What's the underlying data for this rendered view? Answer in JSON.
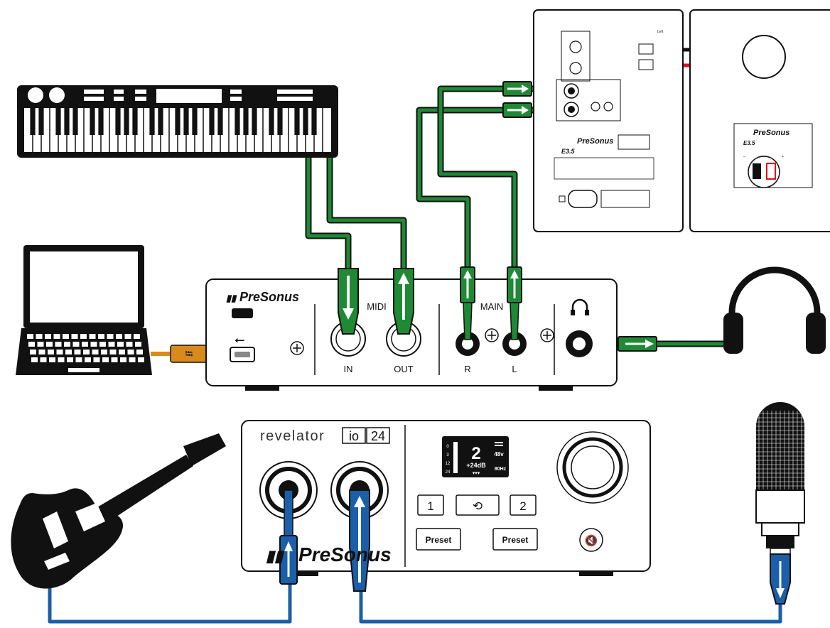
{
  "colors": {
    "midi_audio_cable": "#1e8a34",
    "usb_cable": "#d98a1c",
    "input_cable": "#1a5fa8",
    "speaker_wire_positive": "#e0111a",
    "speaker_wire_negative": "#111111",
    "outline": "#111111"
  },
  "interface": {
    "brand": "PreSonus",
    "midi_label": "MIDI",
    "main_label": "MAIN",
    "midi_in_label": "IN",
    "midi_out_label": "OUT",
    "main_r_label": "R",
    "main_l_label": "L"
  },
  "revelator": {
    "model_word": "revelator",
    "model_code_1": "io",
    "model_code_2": "24",
    "brand": "PreSonus",
    "display": {
      "channel": "2",
      "gain": "+24dB",
      "phantom": "48v",
      "hpf": "80Hz",
      "meter_marks": [
        "0",
        "3",
        "12",
        "24"
      ]
    },
    "button_1": "1",
    "button_2": "2",
    "preset_left": "Preset",
    "preset_right": "Preset"
  },
  "monitor_back": {
    "brand": "PreSonus",
    "model": "E3.5"
  },
  "monitor_passive": {
    "left_label": "Left",
    "brand": "PreSonus",
    "model": "E3.5",
    "minus": "–",
    "plus": "+"
  },
  "icons": [
    "keyboard-icon",
    "laptop-icon",
    "usb-icon",
    "headphones-icon",
    "guitar-icon",
    "microphone-icon",
    "mute-icon",
    "loop-icon",
    "headphone-jack-icon"
  ]
}
